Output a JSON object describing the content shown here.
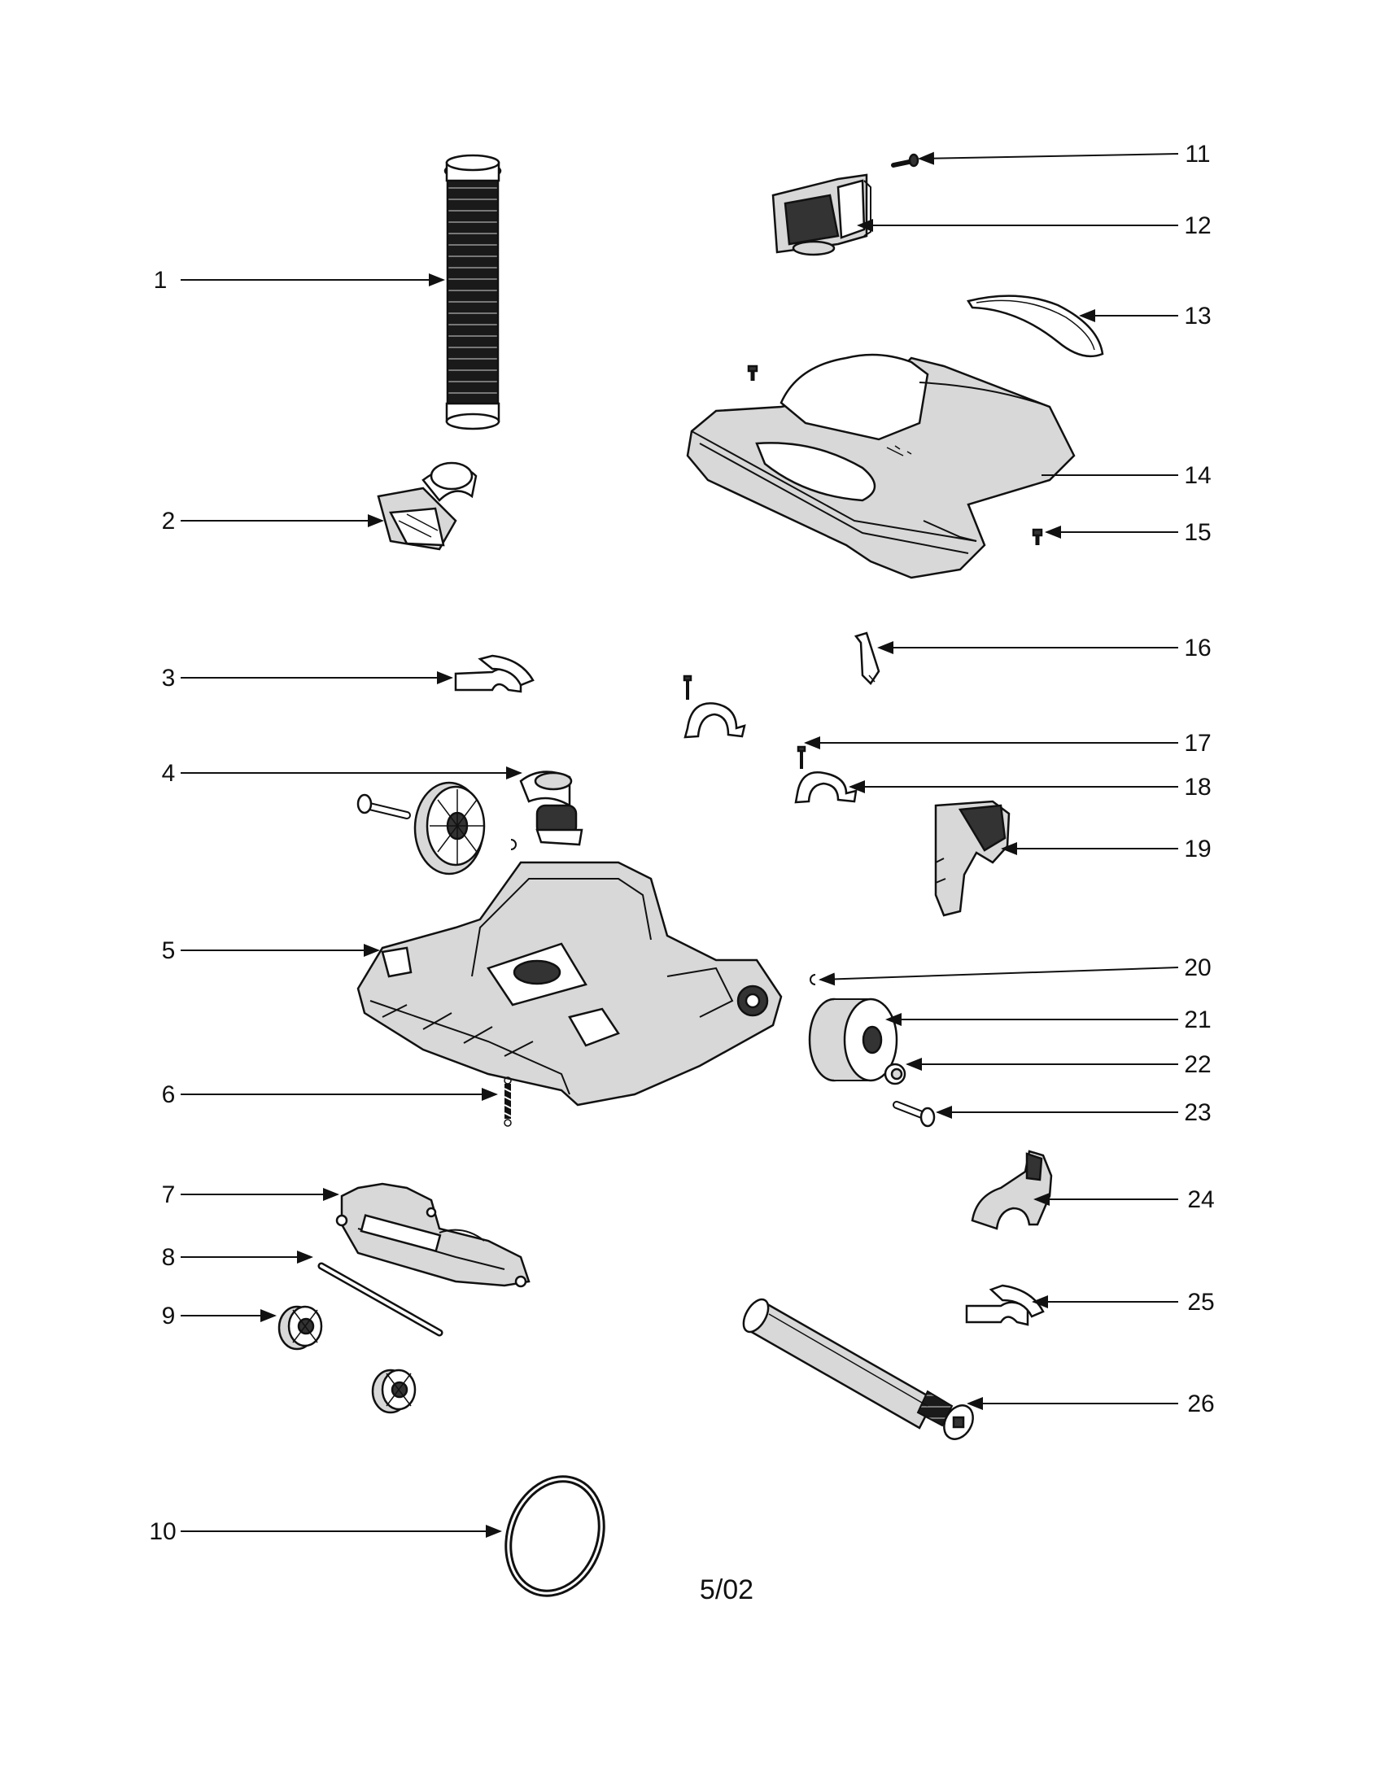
{
  "callouts": [
    "1",
    "2",
    "3",
    "4",
    "5",
    "6",
    "7",
    "8",
    "9",
    "10",
    "11",
    "12",
    "13",
    "14",
    "15",
    "16",
    "17",
    "18",
    "19",
    "20",
    "21",
    "22",
    "23",
    "24",
    "25",
    "26"
  ],
  "footer": {
    "date": "5/02"
  }
}
